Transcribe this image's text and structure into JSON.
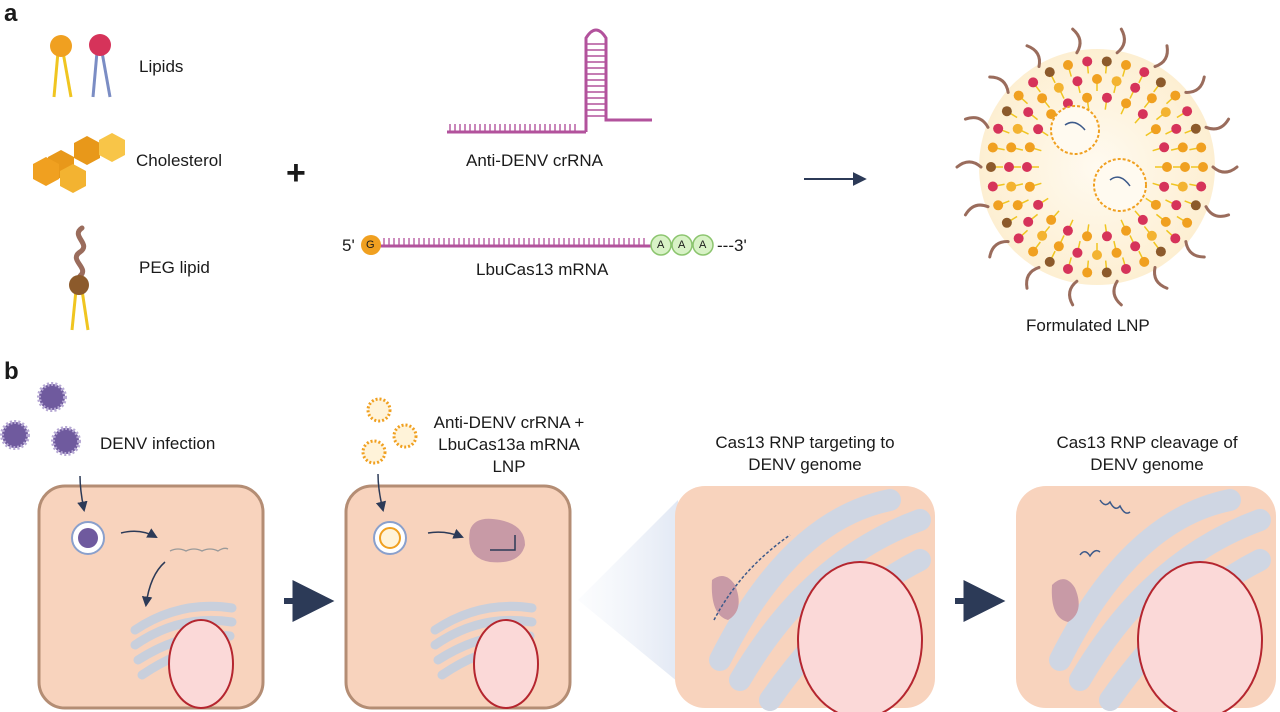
{
  "panel_a": {
    "label": "a",
    "components": {
      "lipids": "Lipids",
      "cholesterol": "Cholesterol",
      "peg_lipid": "PEG lipid"
    },
    "plus": "+",
    "crrna_label": "Anti-DENV crRNA",
    "mrna": {
      "five_prime": "5'",
      "cap": "G",
      "polya": [
        "A",
        "A",
        "A"
      ],
      "three_prime": "---3'",
      "label": "LbuCas13 mRNA"
    },
    "lnp_label": "Formulated LNP"
  },
  "panel_b": {
    "label": "b",
    "step1": "DENV infection",
    "step2": [
      "Anti-DENV crRNA +",
      "LbuCas13a mRNA",
      "LNP"
    ],
    "step3": [
      "Cas13 RNP targeting to",
      "DENV genome"
    ],
    "step4": [
      "Cas13 RNP cleavage of",
      "DENV genome"
    ]
  },
  "colors": {
    "lipid_orange": "#f0a020",
    "lipid_red": "#d6335a",
    "cholesterol": "#f3b331",
    "peg_brown": "#8c5a43",
    "rna_purple": "#b2529c",
    "cell_fill": "#f8d3bd",
    "cell_border": "#b48d74",
    "virus_purple": "#6f5a9e",
    "arrow_navy": "#2c3a57"
  }
}
